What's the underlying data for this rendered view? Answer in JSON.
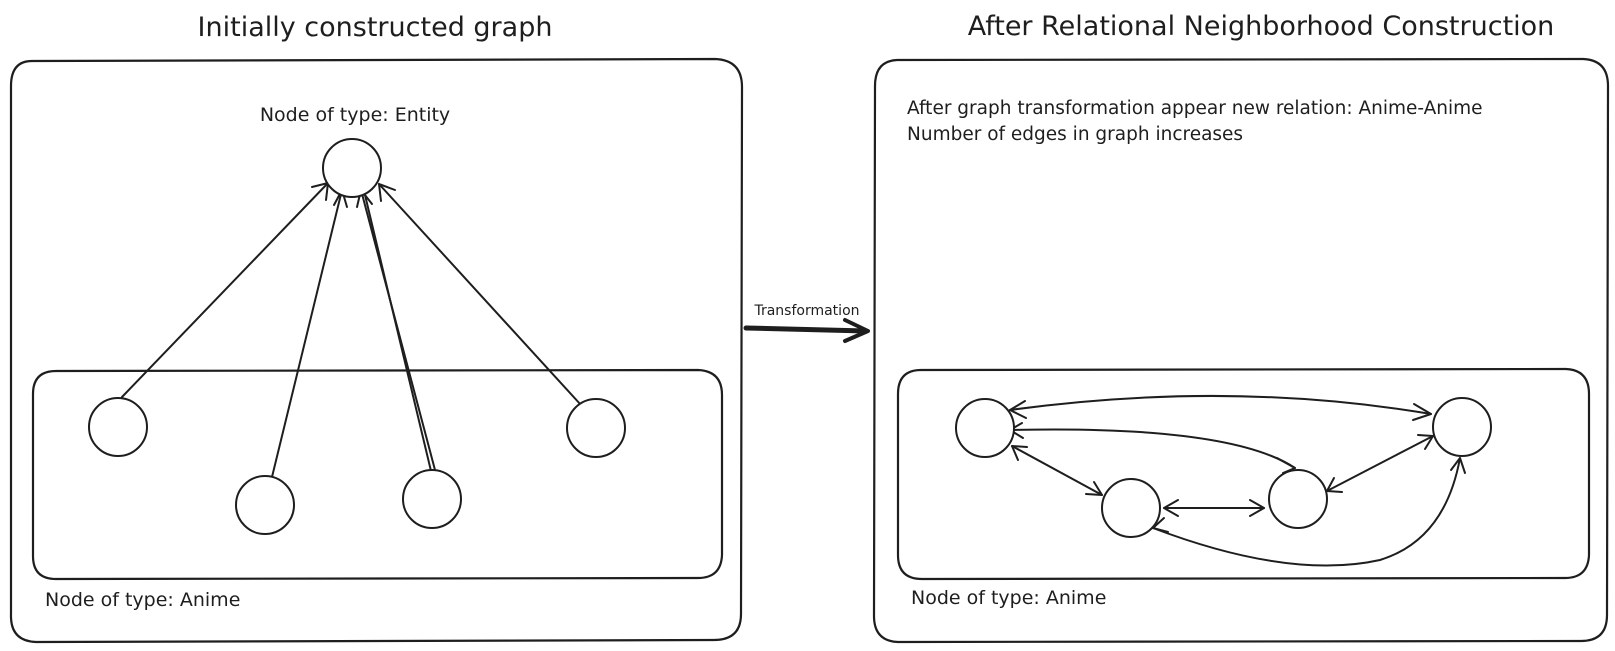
{
  "left_panel": {
    "title": "Initially constructed graph",
    "entity_label": "Node of type: Entity",
    "anime_label": "Node of type: Anime"
  },
  "transition": {
    "label": "Transformation"
  },
  "right_panel": {
    "title": "After Relational Neighborhood Construction",
    "note_line_1": "After graph transformation appear new relation: Anime-Anime",
    "note_line_2": "Number of edges in graph increases",
    "anime_label": "Node of type: Anime"
  }
}
